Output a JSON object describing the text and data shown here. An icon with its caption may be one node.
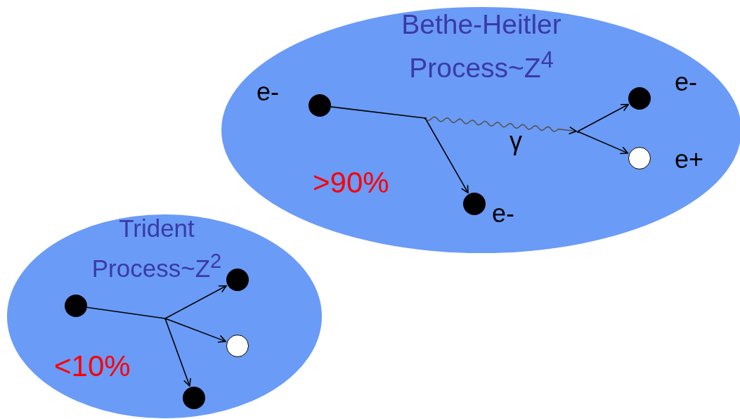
{
  "diagram": {
    "nodes": [
      {
        "text": [
          "Bethe-Heitler Process~Z$^{4}$",
          ">90%"
        ]
      },
      {
        "text": [],
        "shape": "circle",
        "in": 0,
        "beside": [
          "e-"
        ]
      },
      {
        "text": [],
        "shape": "point",
        "in": 0
      },
      {
        "text": [],
        "shape": "circle",
        "in": 0,
        "beside": [
          "e-"
        ]
      },
      {
        "text": [],
        "shape": "point",
        "in": 0
      },
      {
        "text": [],
        "shape": "circle",
        "in": 0,
        "beside": [
          "e-"
        ]
      },
      {
        "text": [],
        "shape": "circle",
        "in": 0,
        "beside": [
          "e+"
        ]
      },
      {
        "text": [
          "Trident Process~Z$^{2}$",
          "<10%"
        ]
      },
      {
        "text": [],
        "shape": "circle",
        "in": 7
      },
      {
        "text": [],
        "shape": "point",
        "in": 7
      },
      {
        "text": [],
        "shape": "circle",
        "in": 7
      },
      {
        "text": [],
        "shape": "circle",
        "in": 7
      },
      {
        "text": [],
        "shape": "circle",
        "in": 7
      }
    ],
    "edges": [
      {
        "from": 1,
        "to": 2,
        "arrow": "none"
      },
      {
        "from": 2,
        "to": 3,
        "arrow": "to"
      },
      {
        "from": 2,
        "to": 4,
        "arrow": "to",
        "label": "γ",
        "color": "#555555"
      },
      {
        "from": 4,
        "to": 5,
        "arrow": "to"
      },
      {
        "from": 4,
        "to": 6,
        "arrow": "to"
      },
      {
        "from": 8,
        "to": 9,
        "arrow": "none"
      },
      {
        "from": 9,
        "to": 10,
        "arrow": "to"
      },
      {
        "from": 9,
        "to": 11,
        "arrow": "to"
      },
      {
        "from": 9,
        "to": 12,
        "arrow": "to"
      }
    ]
  }
}
